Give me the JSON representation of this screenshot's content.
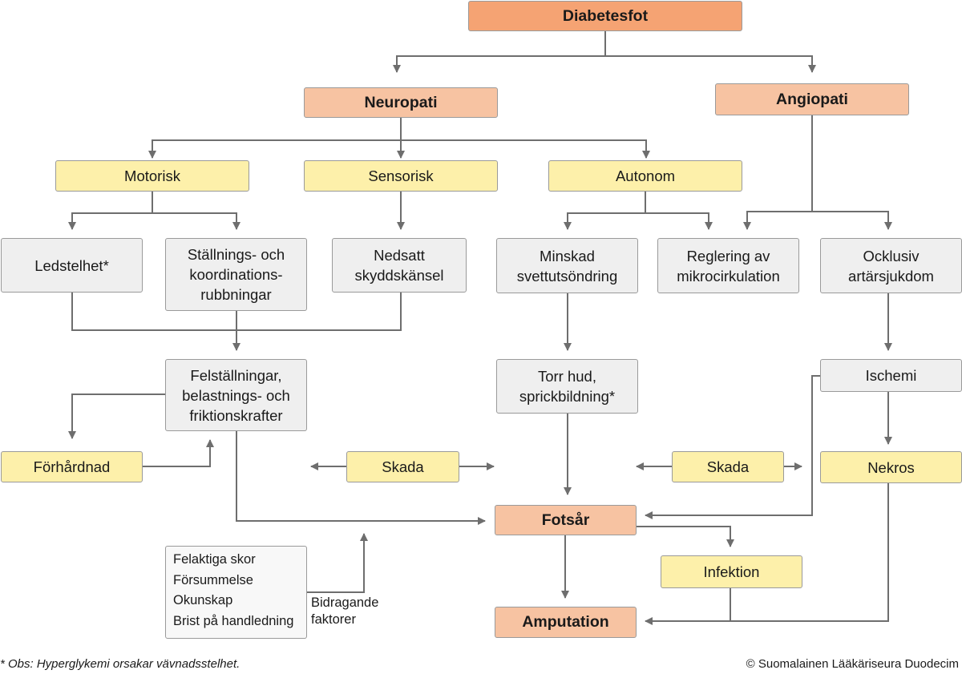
{
  "nodes": {
    "diabetesfot": "Diabetesfot",
    "neuropati": "Neuropati",
    "angiopati": "Angiopati",
    "motorisk": "Motorisk",
    "sensorisk": "Sensorisk",
    "autonom": "Autonom",
    "ledstelhet": "Ledstelhet*",
    "stallning": "Ställnings- och koordinations-rubbningar",
    "nedsatt": "Nedsatt skyddskänsel",
    "minskad": "Minskad svettutsöndring",
    "reglering": "Reglering av mikrocirkulation",
    "ocklusiv": "Ocklusiv artärsjukdom",
    "felstallningar": "Felställningar, belastnings- och friktionskrafter",
    "torr_hud": "Torr hud, sprickbildning*",
    "ischemi": "Ischemi",
    "forhardnad": "Förhårdnad",
    "skada_left": "Skada",
    "skada_right": "Skada",
    "nekros": "Nekros",
    "fotsar": "Fotsår",
    "infektion": "Infektion",
    "amputation": "Amputation"
  },
  "contributing": {
    "items": [
      "Felaktiga skor",
      "Försummelse",
      "Okunskap",
      "Brist på handledning"
    ],
    "label": "Bidragande faktorer"
  },
  "footer": {
    "note": "* Obs: Hyperglykemi orsakar vävnadsstelhet.",
    "copyright": "© Suomalainen Lääkäriseura Duodecim"
  },
  "colors": {
    "primary": "#f5a373",
    "secondary": "#f7c3a2",
    "yellow": "#fdf0aa",
    "grey": "#efefef",
    "line": "#6e6e6e"
  }
}
